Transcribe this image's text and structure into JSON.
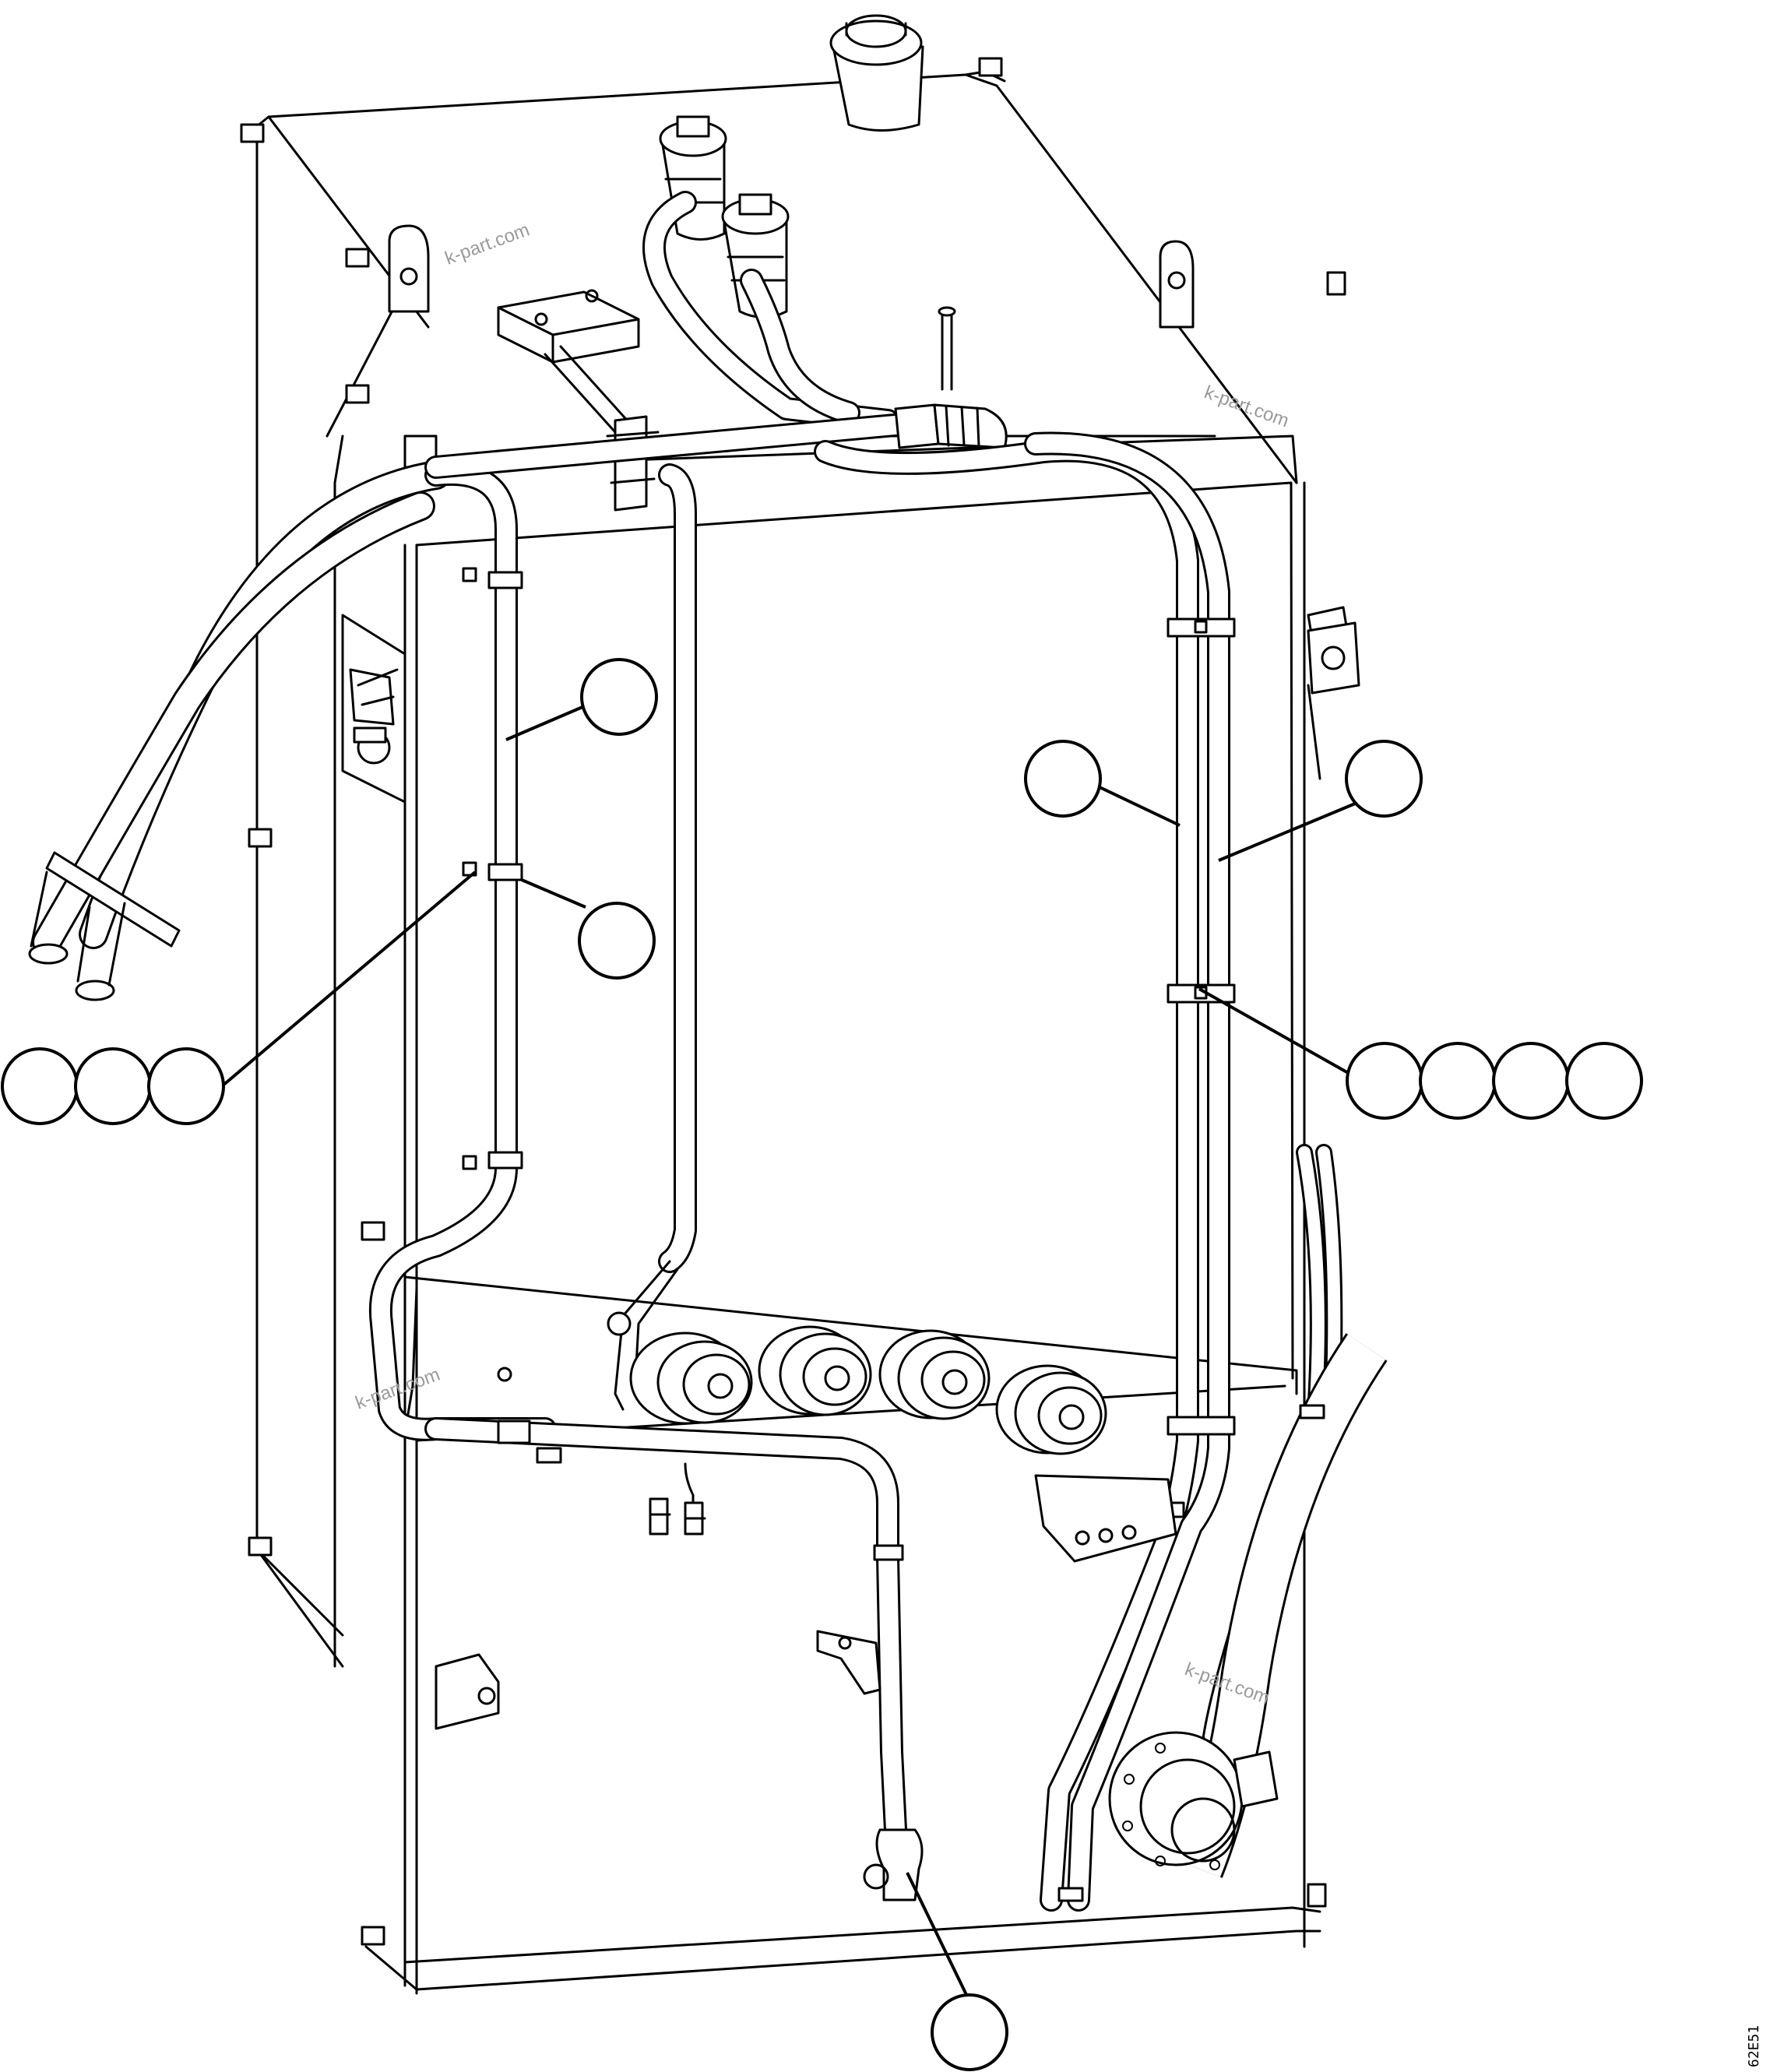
{
  "watermarks": [
    "k-part.com",
    "k-part.com",
    "k-part.com",
    "k-part.com"
  ],
  "figure_code": "62E51",
  "callouts": {
    "top_left": "",
    "mid_left": "",
    "left_group": [
      "",
      "",
      ""
    ],
    "right_a": "",
    "right_b": "",
    "right_group": [
      "",
      "",
      "",
      ""
    ],
    "bottom": ""
  }
}
